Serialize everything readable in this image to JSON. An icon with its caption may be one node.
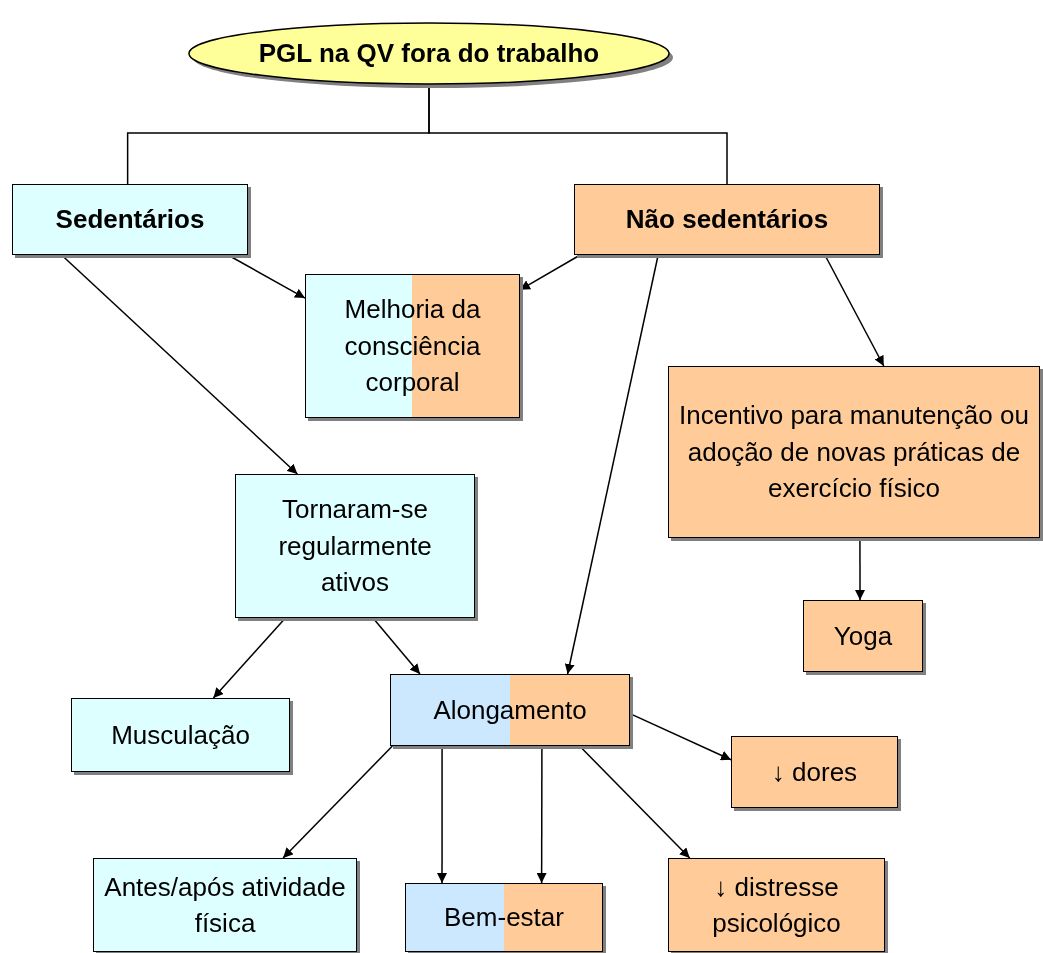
{
  "diagram": {
    "nodes": [
      {
        "text": [
          "PGL na QV fora do trabalho"
        ]
      },
      {
        "text": [
          "Sedentários"
        ]
      },
      {
        "text": [
          "Não sedentários"
        ]
      },
      {
        "text": [
          "Melhoria da consciência corporal"
        ]
      },
      {
        "text": [
          "Incentivo para manutenção ou adoção de novas práticas de exercício físico"
        ]
      },
      {
        "text": [
          "Tornaram-se regularmente ativos"
        ]
      },
      {
        "text": [
          "Yoga"
        ]
      },
      {
        "text": [
          "Musculação"
        ]
      },
      {
        "text": [
          "Alongamento"
        ]
      },
      {
        "text": [
          "↓ dores"
        ]
      },
      {
        "text": [
          "Antes/após atividade física"
        ]
      },
      {
        "text": [
          "Bem-estar"
        ]
      },
      {
        "text": [
          "↓ distresse psicológico"
        ]
      }
    ],
    "edges": [
      {
        "from": 0,
        "to": 1,
        "arrow": "none"
      },
      {
        "from": 0,
        "to": 2,
        "arrow": "none"
      },
      {
        "from": 1,
        "to": 3,
        "arrow": "to"
      },
      {
        "from": 1,
        "to": 5,
        "arrow": "to"
      },
      {
        "from": 2,
        "to": 3,
        "arrow": "to"
      },
      {
        "from": 2,
        "to": 8,
        "arrow": "to"
      },
      {
        "from": 2,
        "to": 4,
        "arrow": "to"
      },
      {
        "from": 4,
        "to": 6,
        "arrow": "to"
      },
      {
        "from": 5,
        "to": 7,
        "arrow": "to"
      },
      {
        "from": 5,
        "to": 8,
        "arrow": "to"
      },
      {
        "from": 8,
        "to": 10,
        "arrow": "to"
      },
      {
        "from": 8,
        "to": 11,
        "arrow": "to"
      },
      {
        "from": 8,
        "to": 11,
        "arrow": "to"
      },
      {
        "from": 8,
        "to": 12,
        "arrow": "to"
      },
      {
        "from": 8,
        "to": 9,
        "arrow": "to"
      }
    ]
  }
}
